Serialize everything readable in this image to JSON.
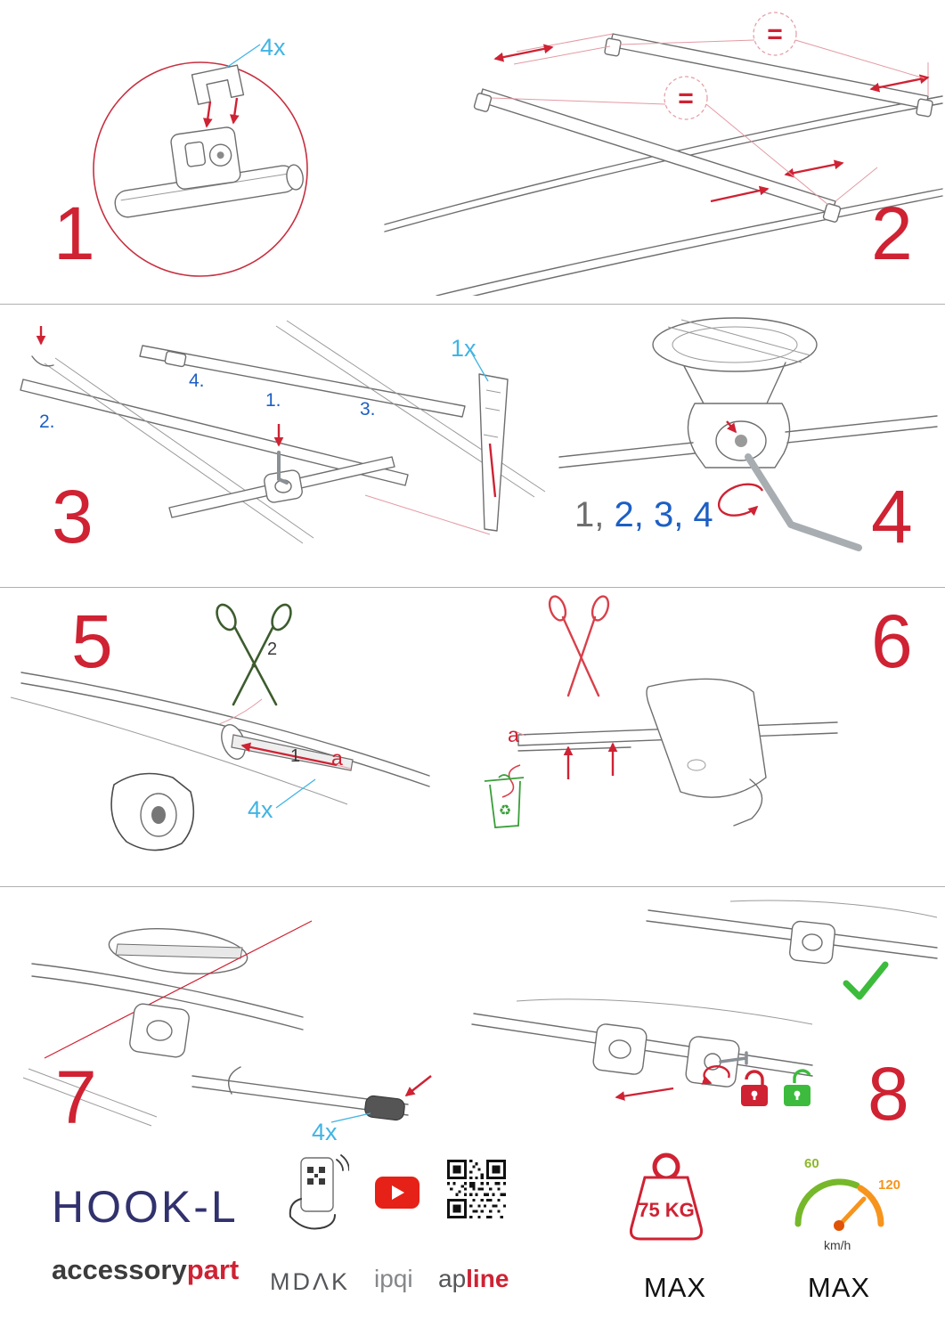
{
  "steps": {
    "s1": {
      "number": "1",
      "qty": "4x"
    },
    "s2": {
      "number": "2",
      "equals_top": "=",
      "equals_front": "="
    },
    "s3": {
      "number": "3",
      "qty": "1x",
      "label_1": "1.",
      "label_2": "2.",
      "label_3": "3.",
      "label_4": "4."
    },
    "s4": {
      "number": "4",
      "seq_first": "1,",
      "seq_rest": " 2, 3, 4"
    },
    "s5": {
      "number": "5",
      "cut_label": "2",
      "slot_label": "1",
      "strip_label": "a",
      "qty": "4x"
    },
    "s6": {
      "number": "6",
      "strip_label": "a"
    },
    "s7": {
      "number": "7",
      "qty": "4x"
    },
    "s8": {
      "number": "8"
    }
  },
  "icons": {
    "recycle": "♻"
  },
  "footer": {
    "product": "HOOK-L",
    "brand_dark": "accessory",
    "brand_red": "part",
    "logo_mdak": "MDΛK",
    "logo_ipqi": "ipqi",
    "logo_ap": "ap",
    "logo_line": "line",
    "weight_value": "75 KG",
    "weight_max": "MAX",
    "speed_low": "60",
    "speed_high": "120",
    "speed_unit": "km/h",
    "speed_max": "MAX"
  },
  "colors": {
    "step_red": "#cf2233",
    "accent_cyan": "#41b4e4",
    "accent_blue": "#1d5fc4",
    "green": "#3dbb3d",
    "orange": "#f7941d",
    "navy": "#31316e"
  }
}
